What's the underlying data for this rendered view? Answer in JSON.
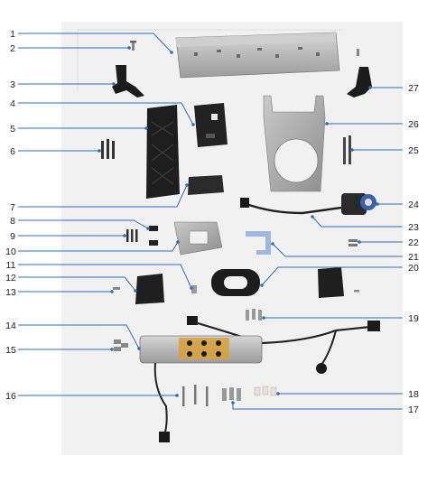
{
  "callouts": [
    {
      "id": "1",
      "label": "1"
    },
    {
      "id": "2",
      "label": "2"
    },
    {
      "id": "3",
      "label": "3"
    },
    {
      "id": "4",
      "label": "4"
    },
    {
      "id": "5",
      "label": "5"
    },
    {
      "id": "6",
      "label": "6"
    },
    {
      "id": "7",
      "label": "7"
    },
    {
      "id": "8",
      "label": "8"
    },
    {
      "id": "9",
      "label": "9"
    },
    {
      "id": "10",
      "label": "10"
    },
    {
      "id": "11",
      "label": "11"
    },
    {
      "id": "12",
      "label": "12"
    },
    {
      "id": "13",
      "label": "13"
    },
    {
      "id": "14",
      "label": "14"
    },
    {
      "id": "15",
      "label": "15"
    },
    {
      "id": "16",
      "label": "16"
    },
    {
      "id": "17",
      "label": "17"
    },
    {
      "id": "18",
      "label": "18"
    },
    {
      "id": "19",
      "label": "19"
    },
    {
      "id": "20",
      "label": "20"
    },
    {
      "id": "21",
      "label": "21"
    },
    {
      "id": "22",
      "label": "22"
    },
    {
      "id": "23",
      "label": "23"
    },
    {
      "id": "24",
      "label": "24"
    },
    {
      "id": "25",
      "label": "25"
    },
    {
      "id": "26",
      "label": "26"
    },
    {
      "id": "27",
      "label": "27"
    }
  ],
  "colors": {
    "leader": "#2f6fb5",
    "background": "#f1f1f1",
    "metal": "#b8b8b8",
    "plastic": "#1c1c1c",
    "accent_blue": "#3d5fa8"
  }
}
